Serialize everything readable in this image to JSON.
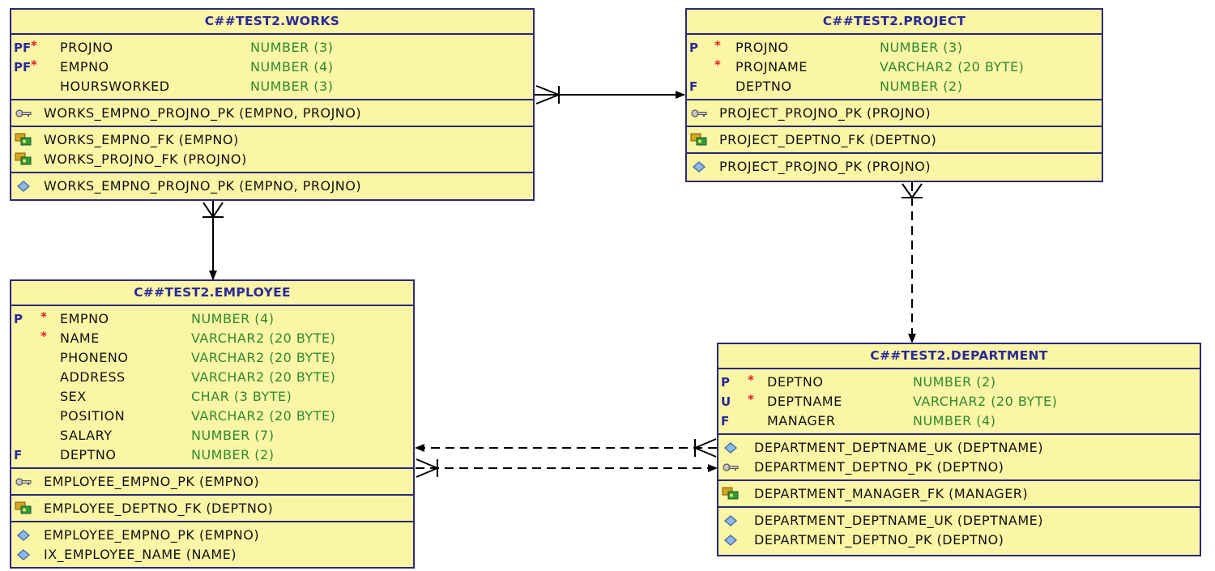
{
  "tables": {
    "works": {
      "title": "C##TEST2.WORKS",
      "columns": [
        {
          "flag": "PF",
          "required": true,
          "name": "PROJNO",
          "type": "NUMBER (3)"
        },
        {
          "flag": "PF",
          "required": true,
          "name": "EMPNO",
          "type": "NUMBER (4)"
        },
        {
          "flag": "",
          "required": false,
          "name": "HOURSWORKED",
          "type": "NUMBER (3)"
        }
      ],
      "primary_keys": [
        "WORKS_EMPNO_PROJNO_PK (EMPNO, PROJNO)"
      ],
      "foreign_keys": [
        "WORKS_EMPNO_FK (EMPNO)",
        "WORKS_PROJNO_FK (PROJNO)"
      ],
      "indexes": [
        "WORKS_EMPNO_PROJNO_PK (EMPNO, PROJNO)"
      ]
    },
    "project": {
      "title": "C##TEST2.PROJECT",
      "columns": [
        {
          "flag": "P",
          "required": true,
          "name": "PROJNO",
          "type": "NUMBER (3)"
        },
        {
          "flag": "",
          "required": true,
          "name": "PROJNAME",
          "type": "VARCHAR2 (20 BYTE)"
        },
        {
          "flag": "F",
          "required": false,
          "name": "DEPTNO",
          "type": "NUMBER (2)"
        }
      ],
      "primary_keys": [
        "PROJECT_PROJNO_PK (PROJNO)"
      ],
      "foreign_keys": [
        "PROJECT_DEPTNO_FK (DEPTNO)"
      ],
      "indexes": [
        "PROJECT_PROJNO_PK (PROJNO)"
      ]
    },
    "employee": {
      "title": "C##TEST2.EMPLOYEE",
      "columns": [
        {
          "flag": "P",
          "required": true,
          "name": "EMPNO",
          "type": "NUMBER (4)"
        },
        {
          "flag": "",
          "required": true,
          "name": "NAME",
          "type": "VARCHAR2 (20 BYTE)"
        },
        {
          "flag": "",
          "required": false,
          "name": "PHONENO",
          "type": "VARCHAR2 (20 BYTE)"
        },
        {
          "flag": "",
          "required": false,
          "name": "ADDRESS",
          "type": "VARCHAR2 (20 BYTE)"
        },
        {
          "flag": "",
          "required": false,
          "name": "SEX",
          "type": "CHAR (3 BYTE)"
        },
        {
          "flag": "",
          "required": false,
          "name": "POSITION",
          "type": "VARCHAR2 (20 BYTE)"
        },
        {
          "flag": "",
          "required": false,
          "name": "SALARY",
          "type": "NUMBER (7)"
        },
        {
          "flag": "F",
          "required": false,
          "name": "DEPTNO",
          "type": "NUMBER (2)"
        }
      ],
      "primary_keys": [
        "EMPLOYEE_EMPNO_PK (EMPNO)"
      ],
      "foreign_keys": [
        "EMPLOYEE_DEPTNO_FK (DEPTNO)"
      ],
      "indexes": [
        "EMPLOYEE_EMPNO_PK (EMPNO)",
        "IX_EMPLOYEE_NAME (NAME)"
      ]
    },
    "department": {
      "title": "C##TEST2.DEPARTMENT",
      "columns": [
        {
          "flag": "P",
          "required": true,
          "name": "DEPTNO",
          "type": "NUMBER (2)"
        },
        {
          "flag": "U",
          "required": true,
          "name": "DEPTNAME",
          "type": "VARCHAR2 (20 BYTE)"
        },
        {
          "flag": "F",
          "required": false,
          "name": "MANAGER",
          "type": "NUMBER (4)"
        }
      ],
      "keys": [
        {
          "icon": "unique-key-icon",
          "text": "DEPARTMENT_DEPTNAME_UK (DEPTNAME)"
        },
        {
          "icon": "primary-key-icon",
          "text": "DEPARTMENT_DEPTNO_PK (DEPTNO)"
        }
      ],
      "foreign_keys": [
        "DEPARTMENT_MANAGER_FK (MANAGER)"
      ],
      "indexes": [
        "DEPARTMENT_DEPTNAME_UK (DEPTNAME)",
        "DEPARTMENT_DEPTNO_PK (DEPTNO)"
      ]
    }
  },
  "relationships": [
    {
      "from": "works",
      "to": "project",
      "line": "solid"
    },
    {
      "from": "works",
      "to": "employee",
      "line": "solid"
    },
    {
      "from": "project",
      "to": "department",
      "line": "dashed"
    },
    {
      "from": "department",
      "to": "employee",
      "line": "dashed"
    },
    {
      "from": "employee",
      "to": "department",
      "line": "dashed"
    }
  ],
  "colors": {
    "table_fill": "#fbf5a6",
    "table_border": "#2a2a7a",
    "title_text": "#2a2a9a",
    "column_type": "#2e8a2e",
    "required_star": "#e02020"
  }
}
